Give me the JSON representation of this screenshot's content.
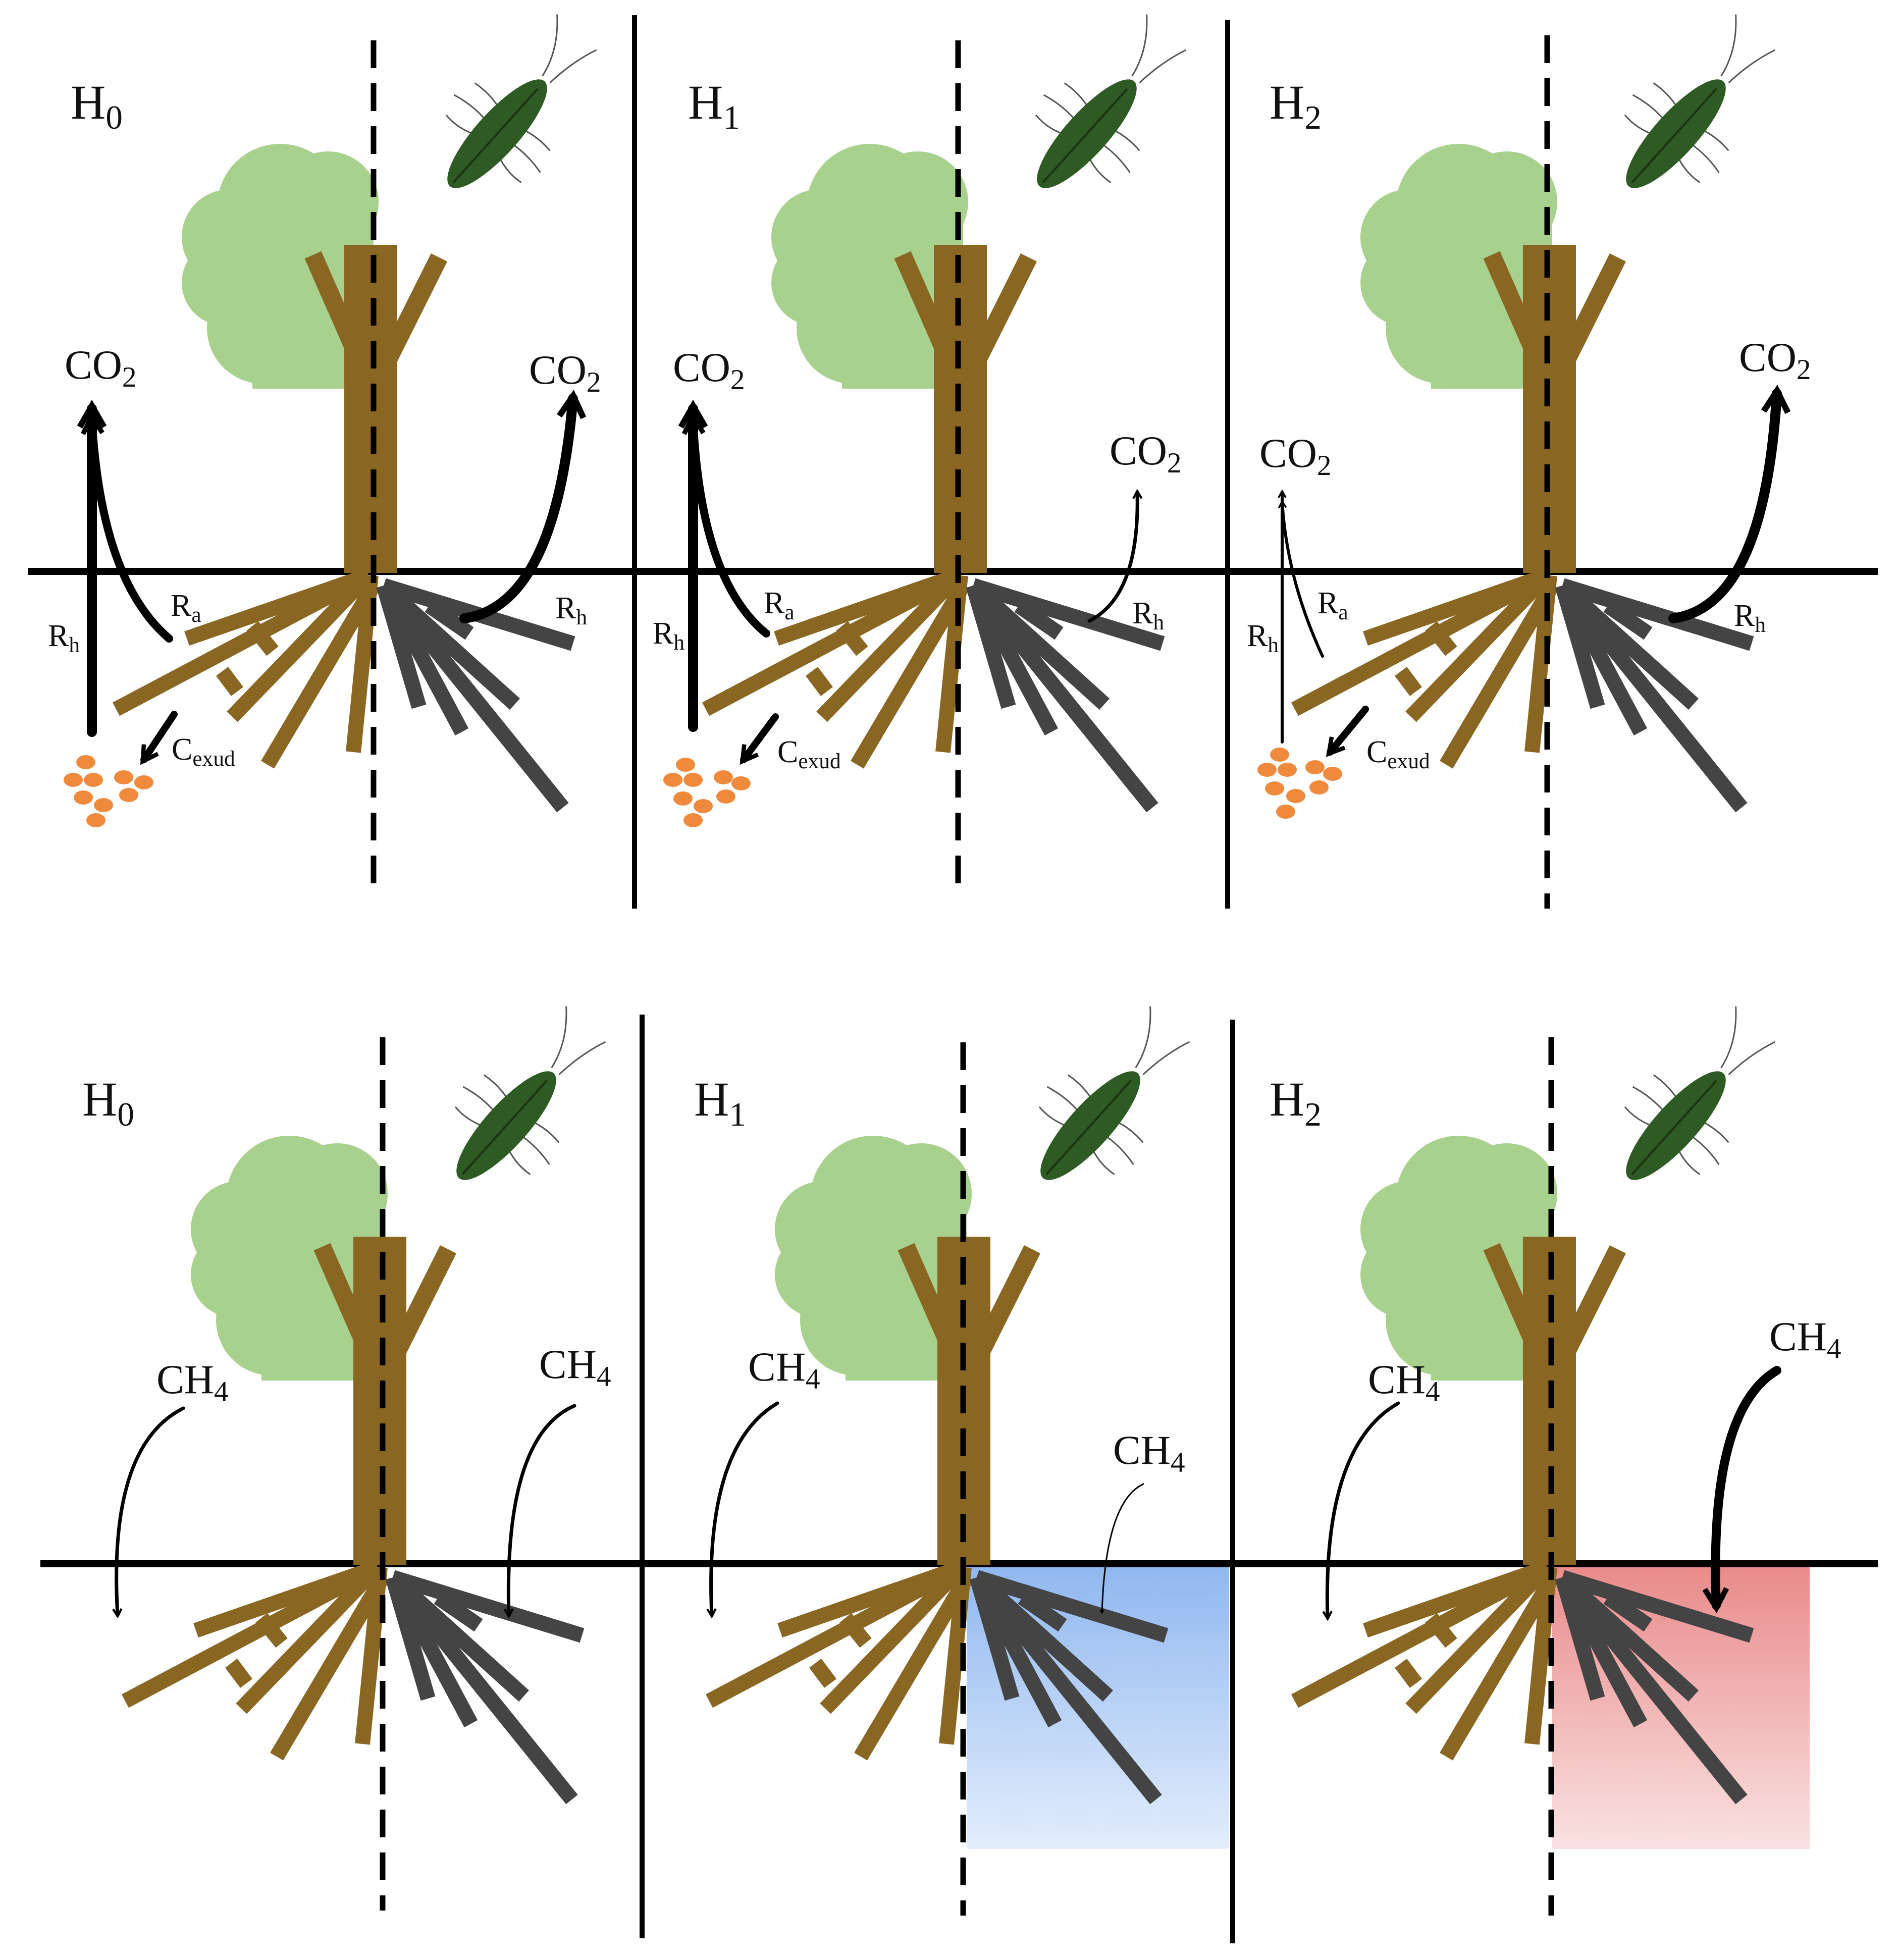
{
  "colors": {
    "background": "#ffffff",
    "line": "#000000",
    "trunk": "#8a6623",
    "dead_roots": "#444444",
    "canopy": "#a8d18d",
    "beetle": "#2e5a23",
    "exudate": "#ef8a3c",
    "cool_zone": "#8fb7f0",
    "warm_zone": "#e98a8a"
  },
  "labels": {
    "h0": {
      "base": "H",
      "sub": "0"
    },
    "h1": {
      "base": "H",
      "sub": "1"
    },
    "h2": {
      "base": "H",
      "sub": "2"
    },
    "co2": {
      "base": "CO",
      "sub": "2"
    },
    "ch4": {
      "base": "CH",
      "sub": "4"
    },
    "ra": {
      "base": "R",
      "sub": "a"
    },
    "rh": {
      "base": "R",
      "sub": "h"
    },
    "cexud": {
      "base": "C",
      "sub": "exud"
    }
  },
  "icons": {
    "tree": "tree-icon",
    "beetle": "beetle-icon",
    "exudate": "exudate-particles-icon"
  }
}
